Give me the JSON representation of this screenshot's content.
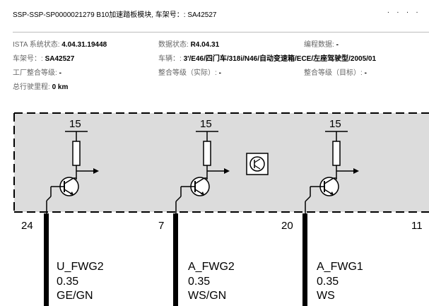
{
  "header": {
    "title": "SSP-SSP-SP0000021279 B10加速踏板模块, 车架号：: SA42527",
    "dots": ". . . ."
  },
  "info": [
    {
      "label": "ISTA 系统状态: ",
      "value": "4.04.31.19448"
    },
    {
      "label": "数据状态: ",
      "value": "R4.04.31"
    },
    {
      "label": "编程数据: ",
      "value": "-"
    },
    {
      "label": "车架号：: ",
      "value": "SA42527"
    },
    {
      "label": "车辆：: ",
      "value": "3'/E46/四门车/318i/N46/自动变速箱/ECE/左座驾驶型/2005/01"
    },
    {
      "label": "工厂整合等级: ",
      "value": "-"
    },
    {
      "label": "整合等级（实际）: ",
      "value": "-"
    },
    {
      "label": "整合等级（目标）: ",
      "value": "-"
    },
    {
      "label": "总行驶里程: ",
      "value": "0 km"
    }
  ],
  "diagram": {
    "colors": {
      "module_fill": "#dcdcdc",
      "line": "#000000"
    },
    "supply_voltage_label": "15",
    "module_symbol": "component-symbol-icon",
    "channels": [
      {
        "pin": "24",
        "signal": "U_FWG2",
        "cross_section": "0.35",
        "wire_color": "GE/GN"
      },
      {
        "pin": "7",
        "signal": "A_FWG2",
        "cross_section": "0.35",
        "wire_color": "WS/GN"
      },
      {
        "pin": "20",
        "signal": "A_FWG1",
        "cross_section": "0.35",
        "wire_color": "WS"
      }
    ],
    "extra_pin": "11"
  }
}
